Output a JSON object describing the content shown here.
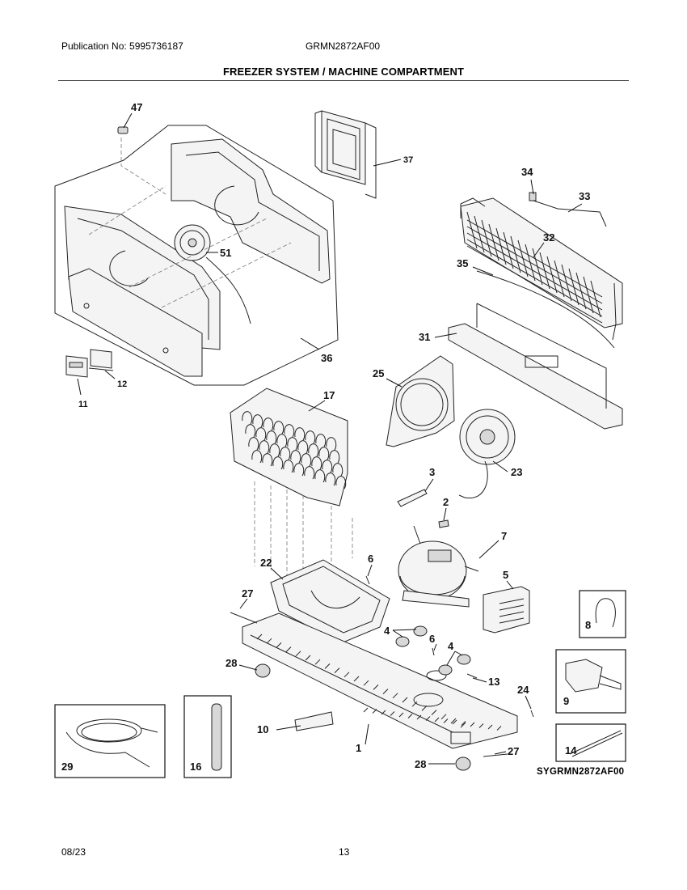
{
  "header": {
    "publication": "Publication No: 5995736187",
    "model": "GRMN2872AF00",
    "title": "FREEZER SYSTEM / MACHINE COMPARTMENT"
  },
  "footer": {
    "date": "08/23",
    "page": "13"
  },
  "diagram": {
    "code": "SYGRMN2872AF00",
    "callouts": {
      "c47": "47",
      "c37": "37",
      "c34": "34",
      "c33": "33",
      "c32": "32",
      "c35": "35",
      "c51": "51",
      "c31": "31",
      "c36": "36",
      "c12": "12",
      "c11": "11",
      "c25": "25",
      "c17": "17",
      "c23": "23",
      "c3": "3",
      "c2": "2",
      "c7": "7",
      "c22": "22",
      "c6a": "6",
      "c5": "5",
      "c27a": "27",
      "c4a": "4",
      "c6b": "6",
      "c4b": "4",
      "c8": "8",
      "c28a": "28",
      "c13": "13",
      "c9": "9",
      "c24": "24",
      "c10": "10",
      "c1": "1",
      "c14": "14",
      "c27b": "27",
      "c28b": "28",
      "c29": "29",
      "c16": "16"
    }
  }
}
